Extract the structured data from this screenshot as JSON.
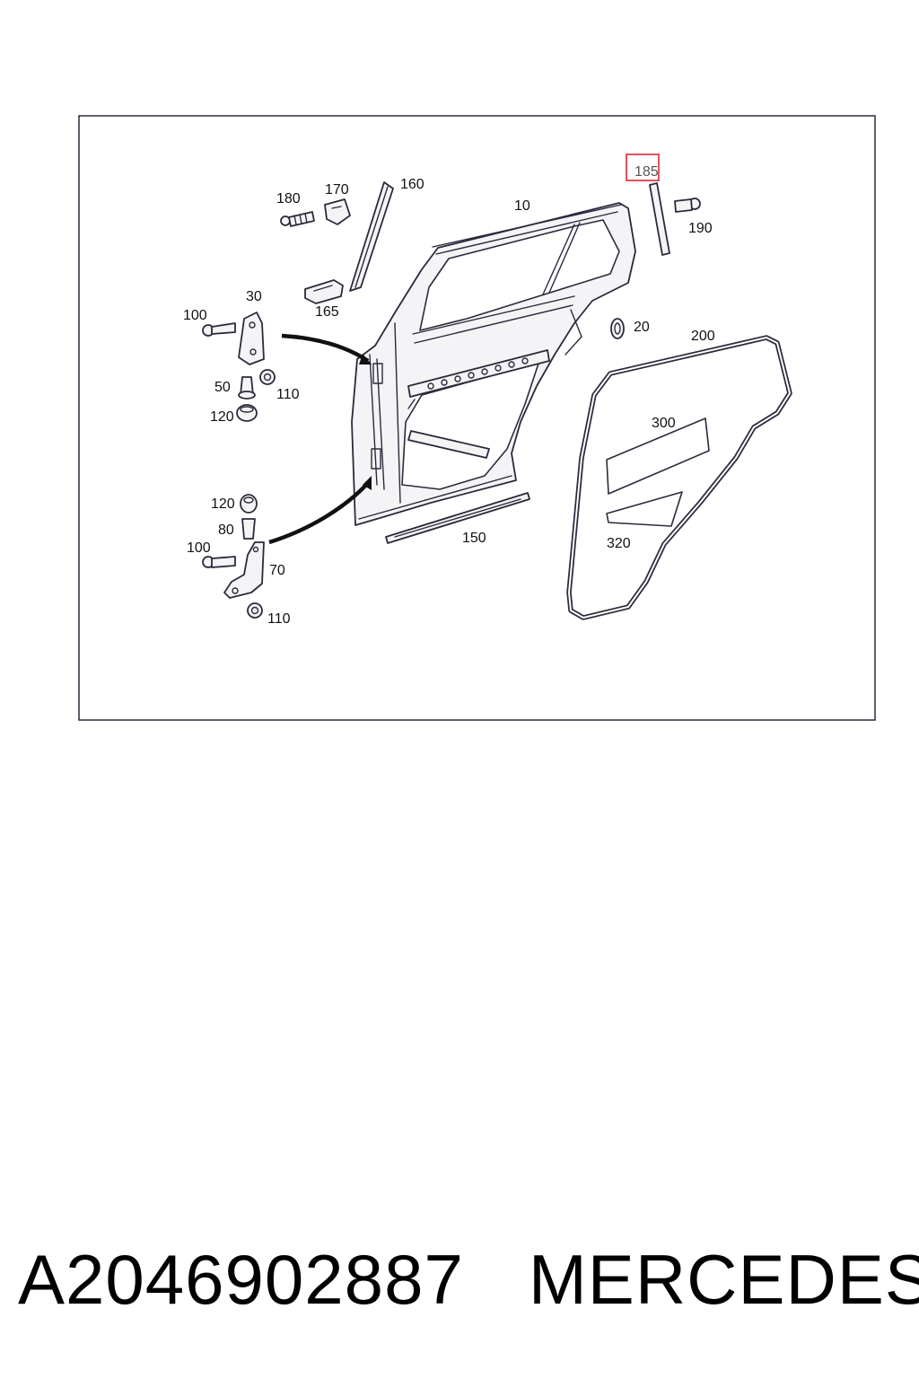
{
  "diagram": {
    "labels": {
      "l185": "185",
      "l160": "160",
      "l170": "170",
      "l180": "180",
      "l10": "10",
      "l190": "190",
      "l30": "30",
      "l100a": "100",
      "l165": "165",
      "l20": "20",
      "l200": "200",
      "l50": "50",
      "l110a": "110",
      "l120a": "120",
      "l300": "300",
      "l120b": "120",
      "l80": "80",
      "l100b": "100",
      "l70": "70",
      "l150": "150",
      "l320": "320",
      "l110b": "110"
    },
    "highlighted_callout": "185",
    "highlight_color": "#e0404a"
  },
  "caption": {
    "part_number": "A2046902887",
    "brand": "MERCEDES"
  }
}
